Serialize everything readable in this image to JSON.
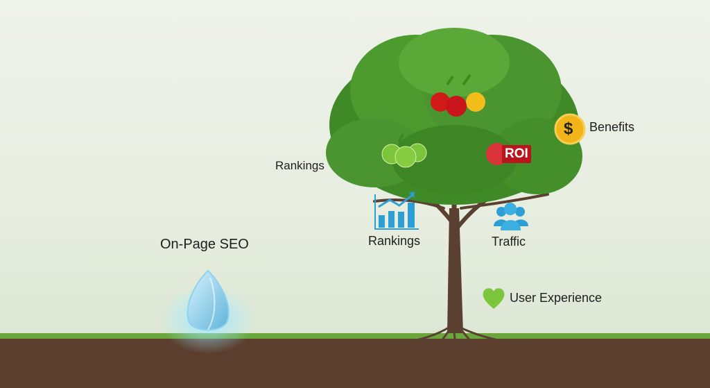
{
  "labels": {
    "rankings_left": "Rankings",
    "on_page_seo": "On-Page SEO",
    "rankings_chart": "Rankings",
    "traffic": "Traffic",
    "benefits": "Benefits",
    "roi": "ROI",
    "user_experience": "User Experience",
    "dollar": "$"
  },
  "colors": {
    "foliage": "#4d9a2e",
    "trunk": "#5a4030",
    "soil": "#5b3e2e",
    "grass": "#6aa63a",
    "icon_blue": "#2e9fd4",
    "coin": "#f2b418",
    "roi_badge": "#b8161c",
    "heart": "#7cc63c"
  }
}
